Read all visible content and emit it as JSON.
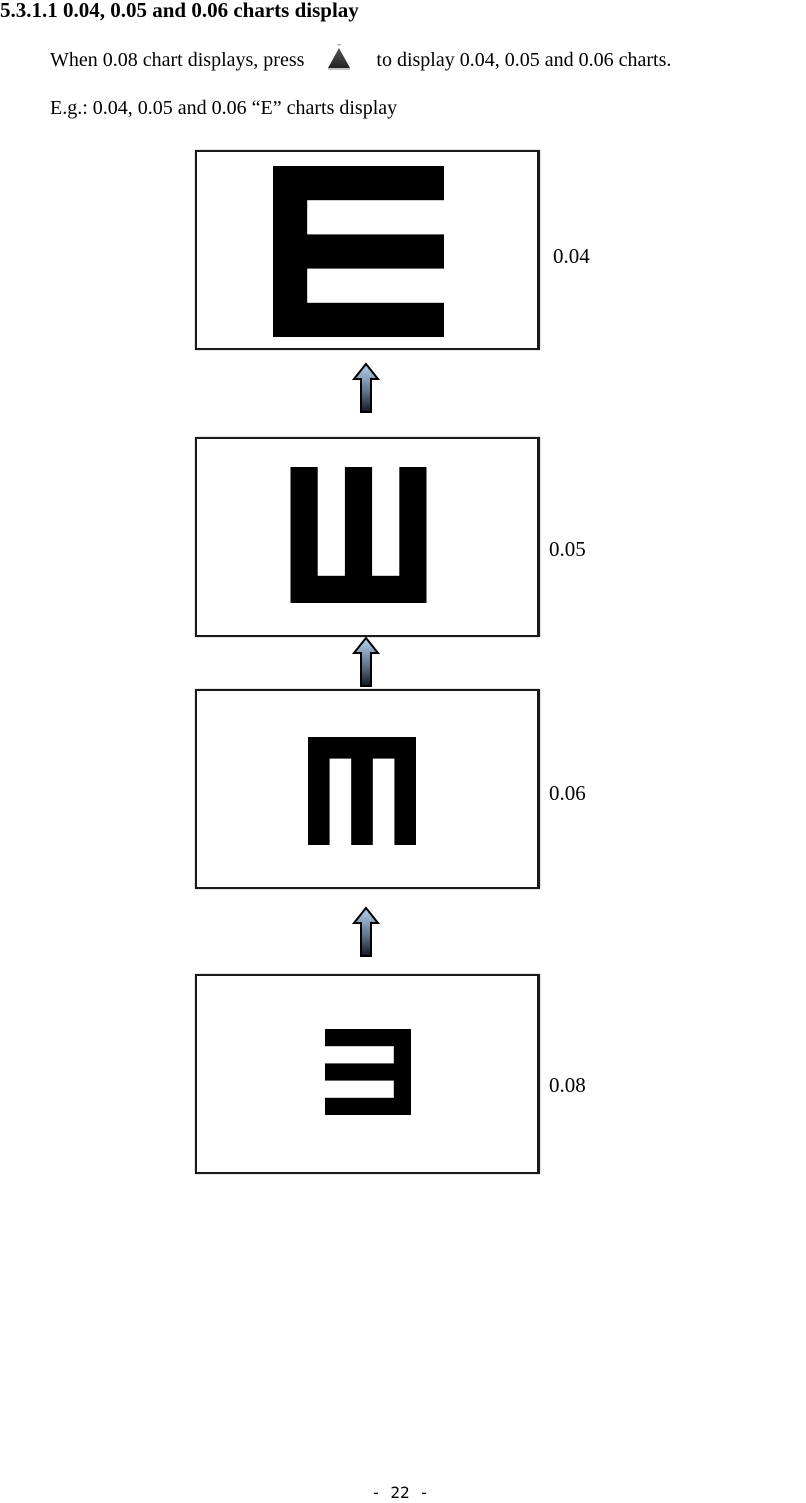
{
  "section": {
    "heading": "5.3.1.1 0.04, 0.05 and 0.06 charts display",
    "instruction_before": "When 0.08 chart displays, press",
    "instruction_icon": "up-triangle-button-icon",
    "instruction_after": "to display 0.04, 0.05 and 0.06 charts.",
    "example_caption": "E.g.: 0.04, 0.05 and 0.06 “E” charts display"
  },
  "charts": [
    {
      "label": "0.04",
      "optotype": "E",
      "direction": "right"
    },
    {
      "label": "0.05",
      "optotype": "E",
      "direction": "up"
    },
    {
      "label": "0.06",
      "optotype": "E",
      "direction": "down"
    },
    {
      "label": "0.08",
      "optotype": "E",
      "direction": "left"
    }
  ],
  "arrows": [
    "up-arrow-icon",
    "up-arrow-icon",
    "up-arrow-icon"
  ],
  "footer": {
    "page_number": "- 22 -"
  }
}
